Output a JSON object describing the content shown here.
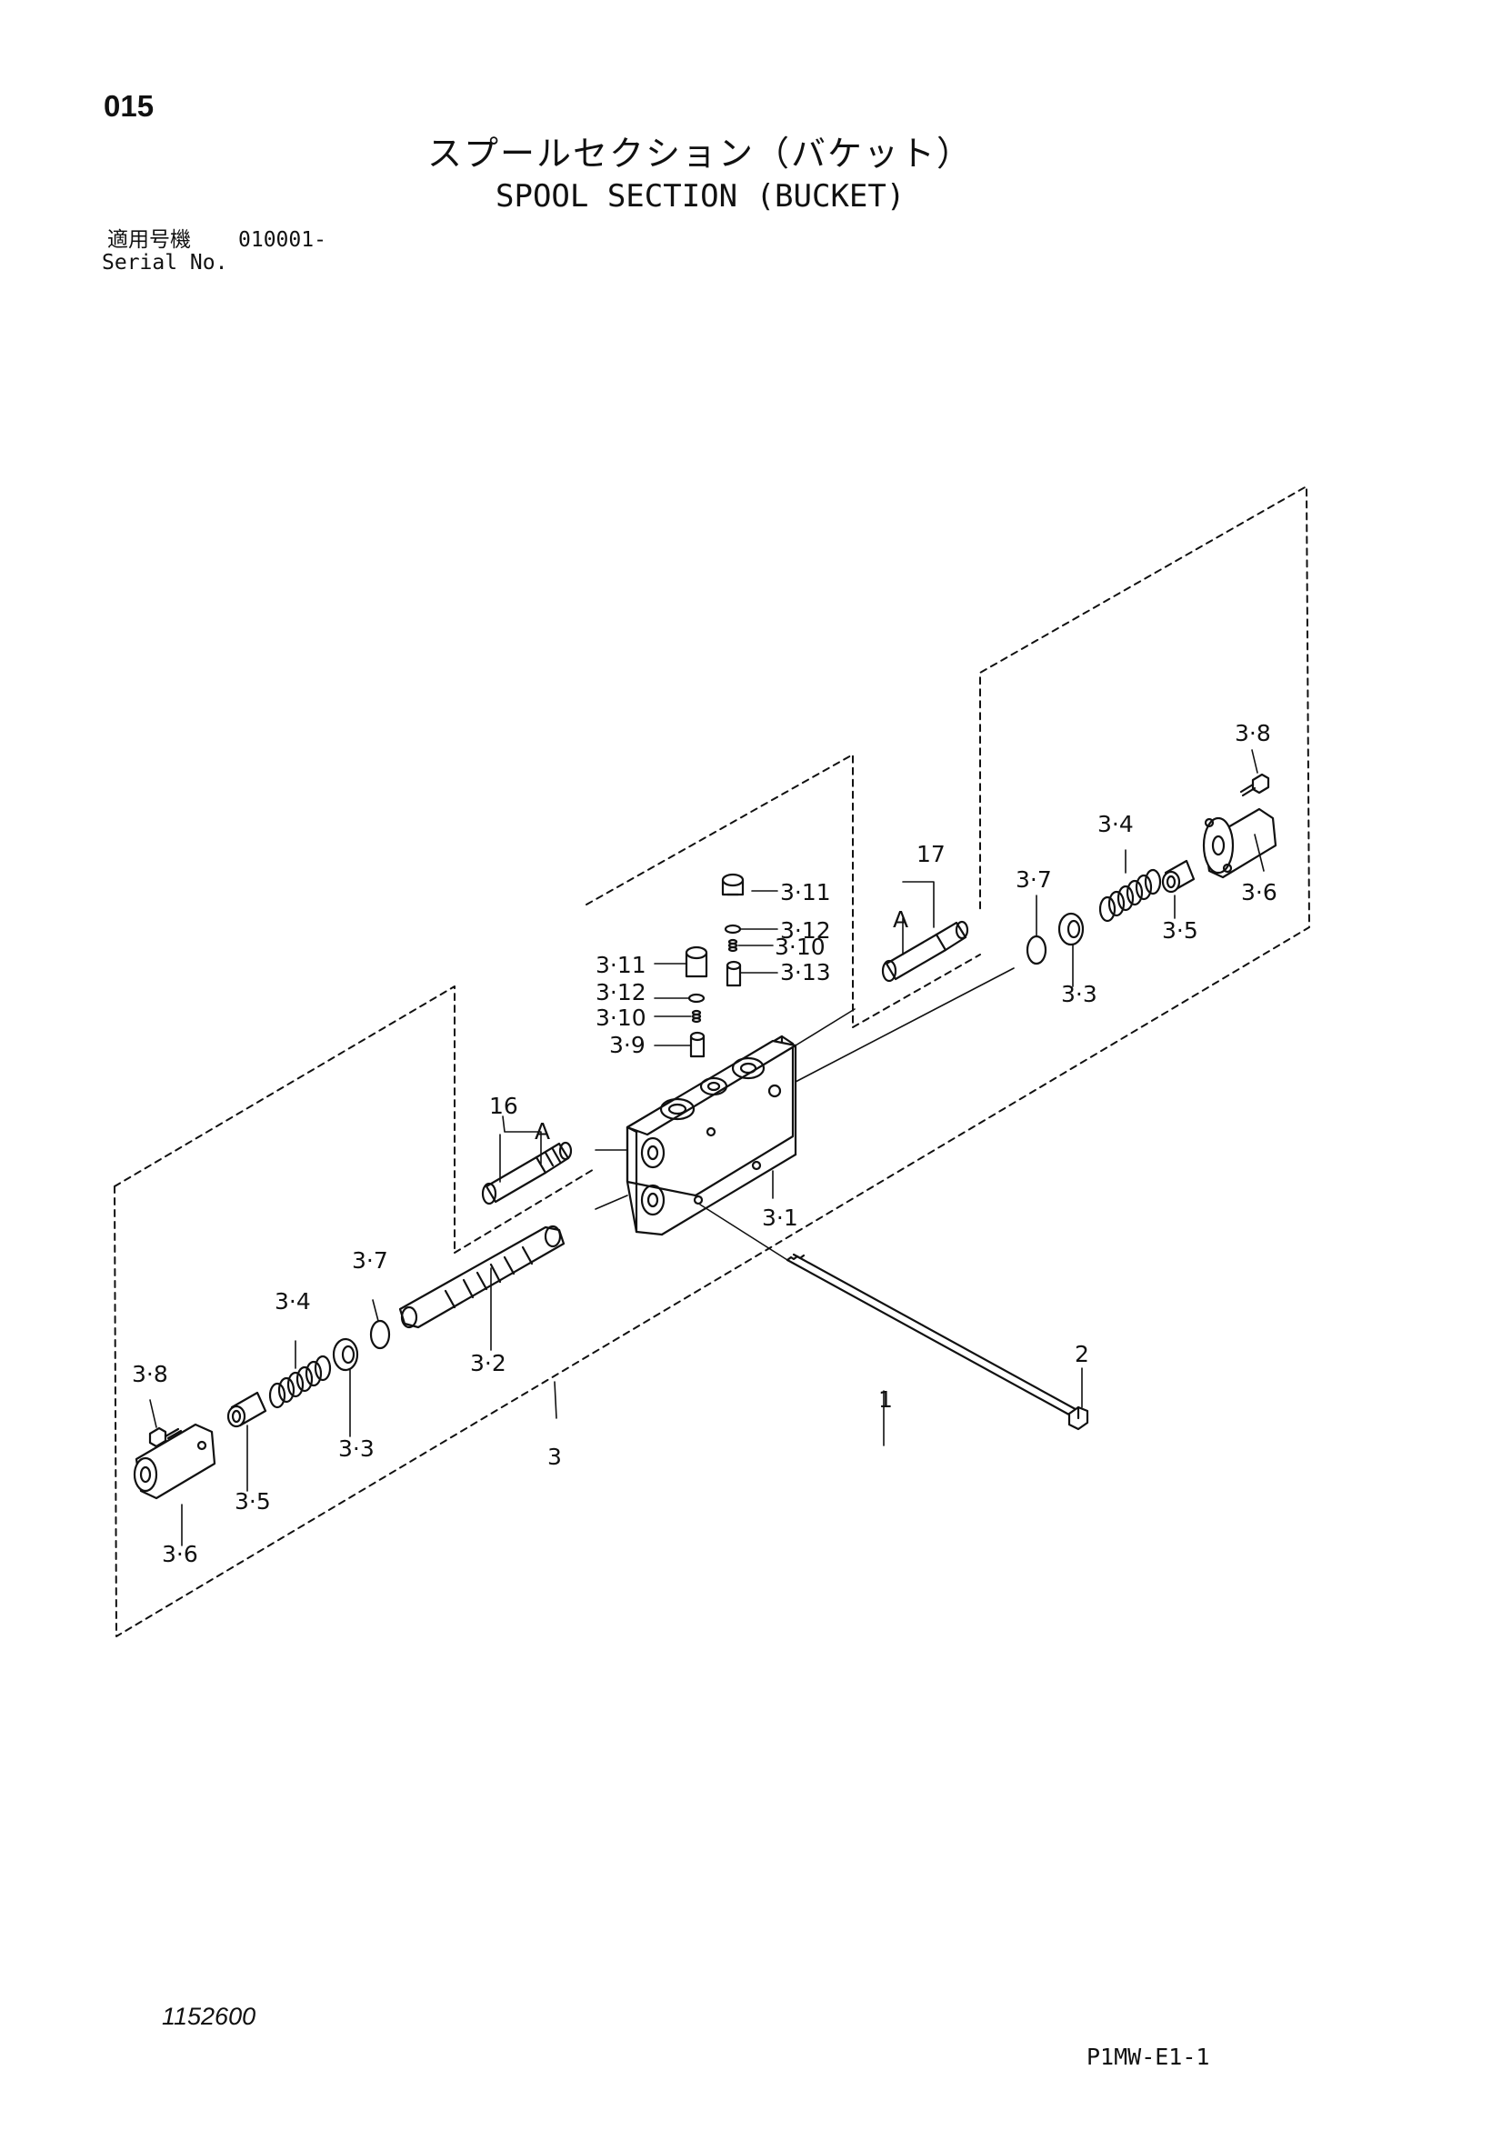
{
  "header": {
    "page_number": "015",
    "title_jp": "スプールセクション（バケット）",
    "title_en": "SPOOL SECTION (BUCKET)",
    "serial_label_jp": "適用号機",
    "serial_value": "010001-",
    "serial_label_en": "Serial No."
  },
  "footer": {
    "document_number": "1152600",
    "page_code": "P1MW-E1-1"
  },
  "callouts": {
    "c1": "1",
    "c2": "2",
    "c3": "3",
    "c3_1": "3·1",
    "c3_2": "3·2",
    "c3_3_left": "3·3",
    "c3_3_right": "3·3",
    "c3_4_left": "3·4",
    "c3_4_right": "3·4",
    "c3_5_left": "3·5",
    "c3_5_right": "3·5",
    "c3_6_left": "3·6",
    "c3_6_right": "3·6",
    "c3_7_left": "3·7",
    "c3_7_right": "3·7",
    "c3_8_left": "3·8",
    "c3_8_right": "3·8",
    "c3_9": "3·9",
    "c3_10_a": "3·10",
    "c3_10_b": "3·10",
    "c3_11_a": "3·11",
    "c3_11_b": "3·11",
    "c3_12_a": "3·12",
    "c3_12_b": "3·12",
    "c3_13": "3·13",
    "c16": "16",
    "c17": "17",
    "a_left": "A",
    "a_right": "A"
  }
}
